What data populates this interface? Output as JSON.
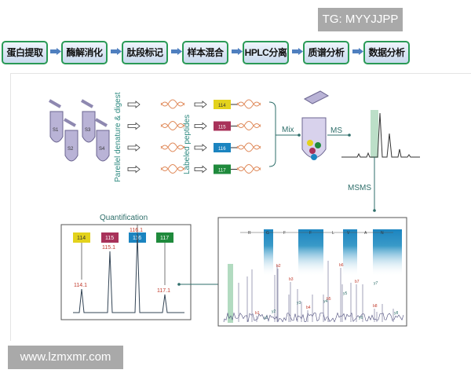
{
  "watermark_top": "TG: MYYJJPP",
  "watermark_bottom": "www.lzmxmr.com",
  "workflow": {
    "steps": [
      "蛋白提取",
      "酶解消化",
      "肽段标记",
      "样本混合",
      "HPLC分离",
      "质谱分析",
      "数据分析"
    ]
  },
  "diagram": {
    "samples": [
      "S1",
      "S2",
      "S3",
      "S4"
    ],
    "step1_label": "Parellel denature & digest",
    "step2_label": "Labeled peptides",
    "tags": [
      {
        "label": "114",
        "color": "#e3d21c"
      },
      {
        "label": "115",
        "color": "#a8325a"
      },
      {
        "label": "116",
        "color": "#1b84c0"
      },
      {
        "label": "117",
        "color": "#1f8a3c"
      }
    ],
    "mix_label": "Mix",
    "ms_label": "MS",
    "msms_label": "MSMS",
    "quantification": {
      "title": "Quantification",
      "peaks": [
        "114.1",
        "115.1",
        "116.1",
        "117.1"
      ]
    },
    "msms_spectrum": {
      "sequence": [
        "R",
        "G",
        "F",
        "F",
        "L",
        "V",
        "A",
        "N"
      ],
      "b_ions": [
        "b1",
        "b2",
        "b3",
        "b4",
        "b5",
        "b6",
        "b7",
        "b8"
      ],
      "y_ions": [
        "y1",
        "y2",
        "y3",
        "y4",
        "y5",
        "y6",
        "y7",
        "y8"
      ]
    }
  },
  "colors": {
    "accent_green": "#2a9a56",
    "teal": "#2e6e6a",
    "ion_red": "#c0392b"
  }
}
